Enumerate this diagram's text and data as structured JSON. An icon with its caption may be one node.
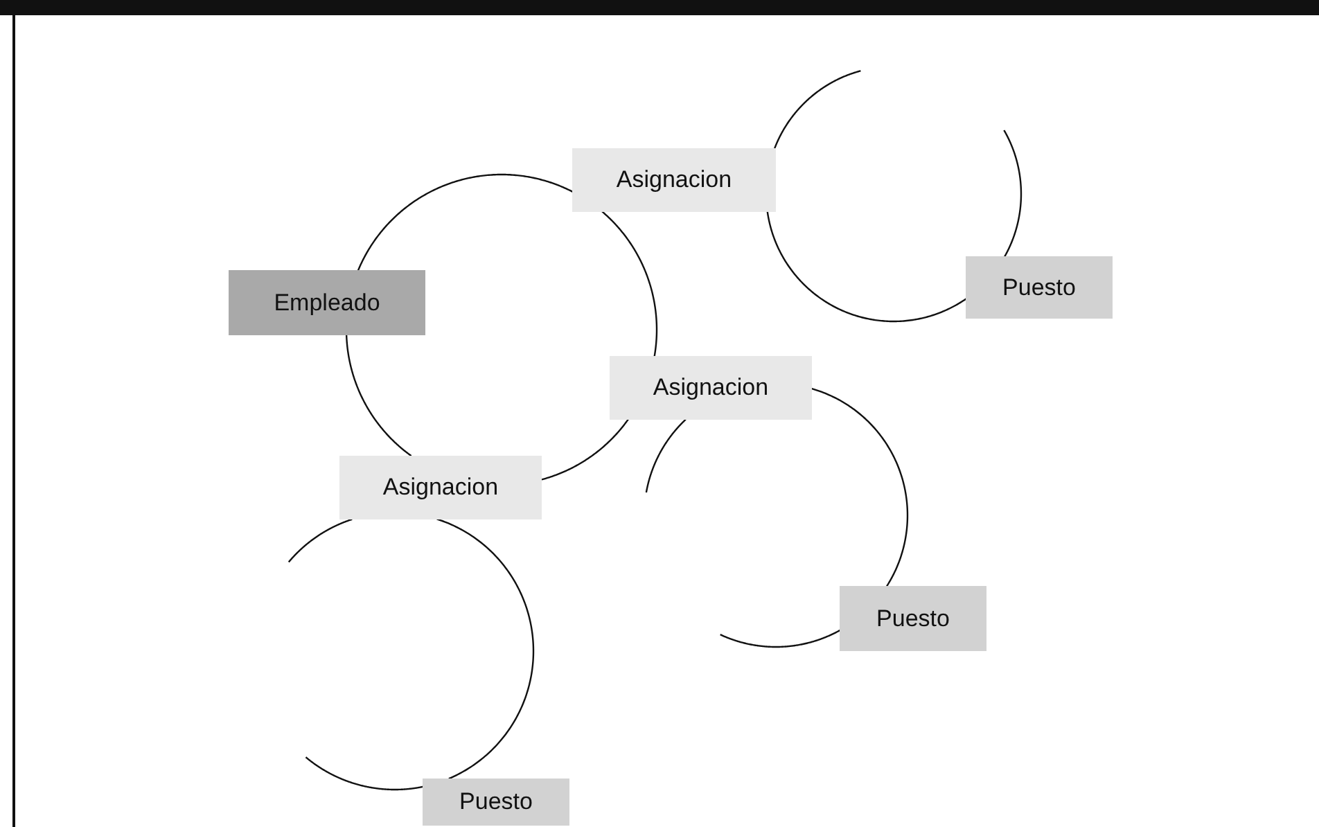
{
  "diagram": {
    "nodes": [
      {
        "text": [
          "Empleado"
        ]
      },
      {
        "text": [
          "Asignacion"
        ]
      },
      {
        "text": [
          "Asignacion"
        ]
      },
      {
        "text": [
          "Asignacion"
        ]
      },
      {
        "text": [
          "Puesto"
        ]
      },
      {
        "text": [
          "Puesto"
        ]
      },
      {
        "text": [
          "Puesto"
        ]
      }
    ],
    "edges": [
      {
        "from": 0,
        "to": 1,
        "arrow": "none"
      },
      {
        "from": 1,
        "to": 2,
        "arrow": "none"
      },
      {
        "from": 2,
        "to": 3,
        "arrow": "none"
      },
      {
        "from": 3,
        "to": 0,
        "arrow": "none"
      },
      {
        "from": 1,
        "to": 4,
        "arrow": "none"
      },
      {
        "from": 1,
        "to": null,
        "arrow": "none"
      },
      {
        "from": 4,
        "to": null,
        "arrow": "none"
      },
      {
        "from": 2,
        "to": 5,
        "arrow": "none"
      },
      {
        "from": 2,
        "to": null,
        "arrow": "none"
      },
      {
        "from": 5,
        "to": null,
        "arrow": "none"
      },
      {
        "from": 3,
        "to": 6,
        "arrow": "none"
      },
      {
        "from": 3,
        "to": null,
        "arrow": "none"
      },
      {
        "from": 6,
        "to": null,
        "arrow": "none"
      }
    ]
  }
}
